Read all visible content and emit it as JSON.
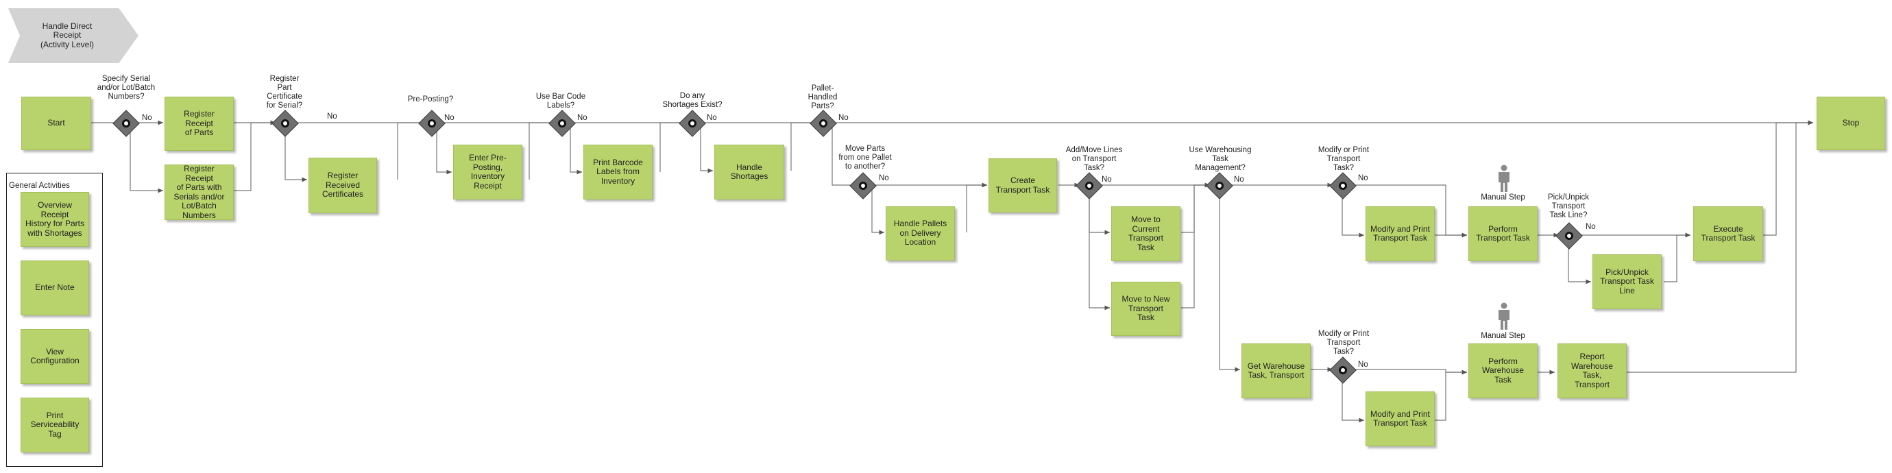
{
  "title": "Handle Direct\nReceipt\n(Activity Level)",
  "no_label": "No",
  "activities": {
    "start": "Start",
    "stop": "Stop",
    "register_receipt": "Register Receipt\nof Parts",
    "register_receipt_serials": "Register Receipt\nof Parts with\nSerials and/or\nLot/Batch\nNumbers",
    "register_certificates": "Register\nReceived\nCertificates",
    "enter_preposting": "Enter Pre-\nPosting,\nInventory\nReceipt",
    "print_barcode": "Print Barcode\nLabels from\nInventory",
    "handle_shortages": "Handle\nShortages",
    "handle_pallets": "Handle Pallets\non Delivery\nLocation",
    "create_transport_task": "Create\nTransport Task",
    "move_current": "Move to\nCurrent\nTransport\nTask",
    "move_new": "Move to New\nTransport\nTask",
    "modify_print_transport_1": "Modify and Print\nTransport Task",
    "perform_transport_task": "Perform\nTransport Task",
    "pick_unpick_line": "Pick/Unpick\nTransport Task\nLine",
    "execute_transport_task": "Execute\nTransport Task",
    "get_warehouse_task": "Get Warehouse\nTask, Transport",
    "modify_print_transport_2": "Modify and Print\nTransport Task",
    "perform_warehouse_task": "Perform\nWarehouse Task",
    "report_warehouse_task": "Report\nWarehouse\nTask,\nTransport"
  },
  "gateways": {
    "g1": "Specify Serial\nand/or Lot/Batch\nNumbers?",
    "g2": "Register\nPart\nCertificate\nfor Serial?",
    "g3": "Pre-Posting?",
    "g4": "Use Bar Code\nLabels?",
    "g5": "Do any\nShortages Exist?",
    "g6": "Pallet-\nHandled\nParts?",
    "g7": "Move Parts\nfrom one Pallet\nto another?",
    "g8": "Add/Move Lines\non Transport\nTask?",
    "g9": "Use Warehousing\nTask\nManagement?",
    "g10": "Modify or Print\nTransport\nTask?",
    "g11": "Pick/Unpick\nTransport\nTask Line?",
    "g12": "Modify or Print\nTransport\nTask?"
  },
  "manual_step": "Manual Step",
  "general_activities": {
    "title": "General Activities",
    "items": [
      "Overview Receipt\nHistory for Parts\nwith Shortages",
      "Enter Note",
      "View\nConfiguration",
      "Print\nServiceability\nTag"
    ]
  }
}
